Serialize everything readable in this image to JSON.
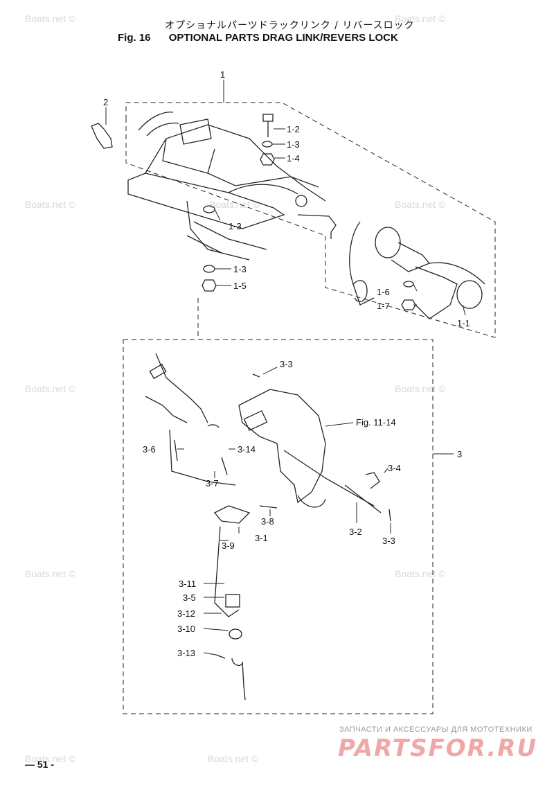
{
  "title": {
    "jp": "オプショナルパーツドラックリンク / リバースロック",
    "fig_no": "Fig. 16",
    "en": "OPTIONAL PARTS DRAG LINK/REVERS LOCK"
  },
  "callouts": {
    "c1": "1",
    "c2": "2",
    "c1_2": "1-2",
    "c1_3a": "1-3",
    "c1_4": "1-4",
    "c1_3b": "1-3",
    "c1_3c": "1-3",
    "c1_5": "1-5",
    "c1_6": "1-6",
    "c1_7": "1-7",
    "c1_1": "1-1",
    "c3_3a": "3-3",
    "fig_ref": "Fig. 11-14",
    "c3": "3",
    "c3_6": "3-6",
    "c3_14": "3-14",
    "c3_7": "3-7",
    "c3_4": "3-4",
    "c3_8": "3-8",
    "c3_9": "3-9",
    "c3_1": "3-1",
    "c3_2": "3-2",
    "c3_3b": "3-3",
    "c3_11": "3-11",
    "c3_5": "3-5",
    "c3_12": "3-12",
    "c3_10": "3-10",
    "c3_13": "3-13"
  },
  "watermark": "Boats.net ©",
  "footer": {
    "ru_text": "ЗАПЧАСТИ И АКСЕССУАРЫ ДЛЯ МОТОТЕХНИКИ",
    "brand": "PARTSFOR.RU",
    "page": "— 51 -"
  }
}
